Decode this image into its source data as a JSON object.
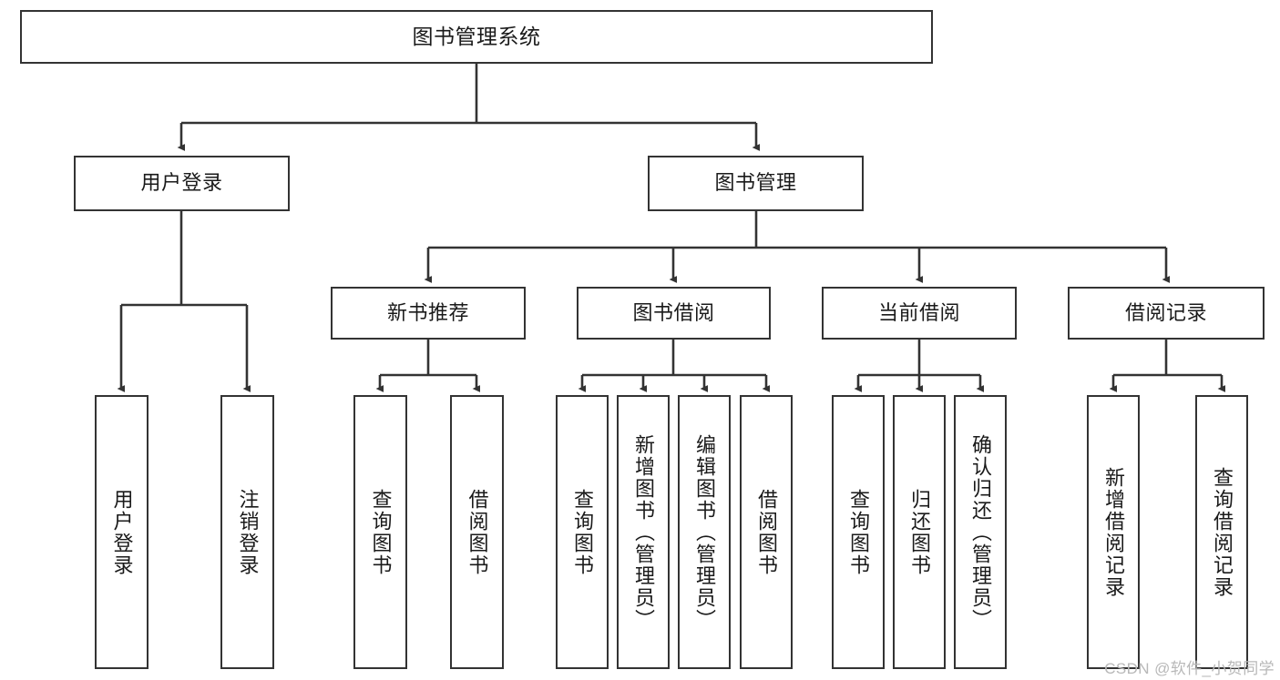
{
  "diagram": {
    "title": "图书管理系统",
    "type": "hierarchy-tree",
    "watermark": "CSDN @软件_小贺同学",
    "colors": {
      "stroke": "#333333",
      "fill": "#ffffff",
      "text": "#1a1a1a",
      "watermark": "#b8b8b8"
    },
    "root": {
      "label": "图书管理系统"
    },
    "level1": [
      {
        "label": "用户登录"
      },
      {
        "label": "图书管理"
      }
    ],
    "level2": [
      {
        "label": "新书推荐"
      },
      {
        "label": "图书借阅"
      },
      {
        "label": "当前借阅"
      },
      {
        "label": "借阅记录"
      }
    ],
    "leaves": {
      "user_login": [
        {
          "label": "用户登录"
        },
        {
          "label": "注销登录"
        }
      ],
      "new_book_recommend": [
        {
          "label": "查询图书"
        },
        {
          "label": "借阅图书"
        }
      ],
      "book_borrow": [
        {
          "label": "查询图书"
        },
        {
          "label": "新增图书（管理员）"
        },
        {
          "label": "编辑图书（管理员）"
        },
        {
          "label": "借阅图书"
        }
      ],
      "current_borrow": [
        {
          "label": "查询图书"
        },
        {
          "label": "归还图书"
        },
        {
          "label": "确认归还（管理员）"
        }
      ],
      "borrow_record": [
        {
          "label": "新增借阅记录"
        },
        {
          "label": "查询借阅记录"
        }
      ]
    }
  }
}
